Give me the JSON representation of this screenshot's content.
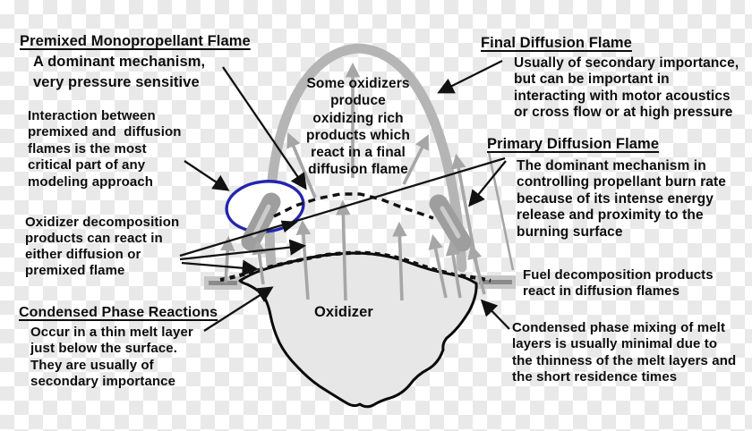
{
  "figure": {
    "title": "Solid propellant combustion flame structure diagram",
    "labels": {
      "premixed_heading": "Premixed Monopropellant Flame",
      "premixed_note": "A dominant mechanism,\nvery pressure sensitive",
      "interaction_note": "Interaction between\npremixed and  diffusion\nflames is the most\ncritical part of any\nmodeling approach",
      "oxidizer_decomp_note": "Oxidizer decomposition\nproducts can react in\neither diffusion or\npremixed flame",
      "condensed_heading": "Condensed Phase Reactions",
      "condensed_note": "Occur in a thin melt layer\njust below the surface.\nThey are usually of\nsecondary importance",
      "dome_note": "Some oxidizers\nproduce\noxidizing rich\nproducts which\nreact in a final\ndiffusion flame",
      "oxidizer_label": "Oxidizer",
      "final_heading": "Final Diffusion Flame",
      "final_note": "Usually of secondary importance,\nbut can be important in\ninteracting with motor acoustics\nor cross flow or at high pressure",
      "primary_heading": "Primary Diffusion Flame",
      "primary_note": "The dominant mechanism in\ncontrolling propellant burn rate\nbecause of its intense energy\nrelease and proximity to the\nburning surface",
      "fuel_note": "Fuel decomposition products\nreact in diffusion flames",
      "mixing_note": "Condensed phase mixing of melt\nlayers is usually minimal due to\nthe thinness of the melt layers and\nthe short residence times"
    },
    "colors": {
      "checker_light": "#ffffff",
      "checker_dark": "#e9e9e9",
      "text": "#0d0d0d",
      "line": "#111111",
      "arch": "#b5b5b5",
      "gray_arrow": "#a6a6a6",
      "capsule": "#9e9e9e",
      "capsule_highlight": "#cccccc",
      "bar_outer": "#c6c6c6",
      "bar_inner": "#8a8a8a",
      "blob_fill": "#e7e7e7",
      "blob_outline": "#0a0a0a",
      "ellipse_stroke": "#2424ad",
      "ellipse_fill": "#ffffff"
    }
  }
}
